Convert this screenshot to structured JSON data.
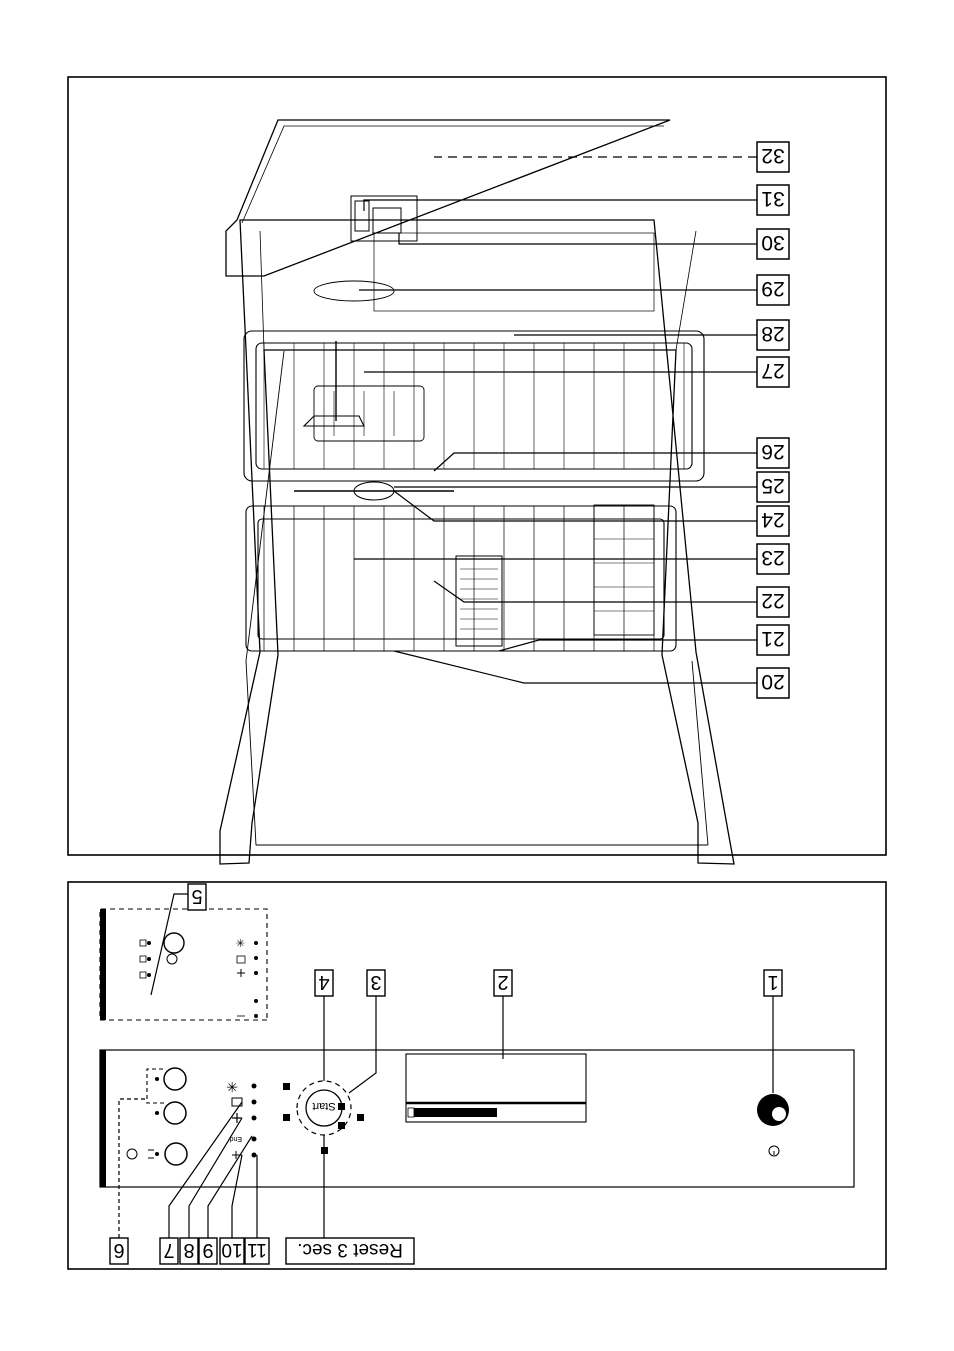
{
  "lower_figure": {
    "labels": [
      "20",
      "21",
      "22",
      "23",
      "24",
      "25",
      "26",
      "27",
      "28",
      "29",
      "30",
      "31",
      "32"
    ]
  },
  "panel_figure": {
    "numbers": [
      "1",
      "2",
      "3",
      "4",
      "5",
      "6",
      "7",
      "8",
      "9",
      "10",
      "11"
    ],
    "reset_label": "Reset 3 sec.",
    "start_label": "Start",
    "end_label": "End"
  }
}
